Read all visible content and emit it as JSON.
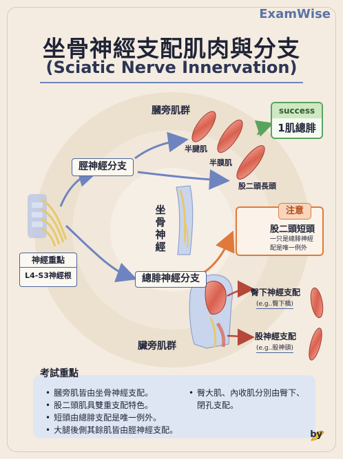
{
  "brand": "ExamWise",
  "title": {
    "zh": "坐骨神經支配肌肉與分支",
    "en": "(Sciatic Nerve Innervation)"
  },
  "center_label": [
    "坐",
    "骨",
    "神",
    "經"
  ],
  "root_box": {
    "header": "神經重點",
    "value": "L4-S3神經根"
  },
  "branches": {
    "tibial": "脛神經分支",
    "peroneal": "總腓神經分支"
  },
  "hamstrings": {
    "group_label": "膕旁肌群",
    "muscles": [
      "半腱肌",
      "半膜肌",
      "股二頭長頭"
    ]
  },
  "success_box": {
    "header": "success",
    "body": "1肌總腓"
  },
  "note_box": {
    "tag": "注意",
    "title": "股二頭短頭",
    "line1": "一只是總腓神經",
    "line2": "配是唯一例外"
  },
  "gluteal": {
    "group_label": "臟旁肌群",
    "inferior": {
      "title": "臀下神經支配",
      "sub": "(e.g..臀下橋)"
    },
    "sciatic": {
      "title": "股神經支配",
      "sub": "(e.g..股神頭)"
    }
  },
  "exam_points": {
    "title": "考試重點",
    "left": [
      "膕旁肌皆由坐骨神經支配。",
      "股二頭肌具雙重支配特色。",
      "短頭由總腓支配是唯一例外。",
      "大腿後側其餘肌皆由脛神經支配。"
    ],
    "right": [
      "臀大肌、內收肌分別由臀下、",
      "閉孔支配。"
    ]
  },
  "signature": "by",
  "colors": {
    "background": "#f4ece0",
    "accent_blue": "#5b72a6",
    "nerve_yellow": "#e7c96a",
    "muscle_red": "#d9604f",
    "success_green": "#5aa35e",
    "note_orange": "#e0793a",
    "exam_panel": "#dfe6f3"
  },
  "icons": {
    "signature": "banana-icon",
    "arrows": "curved-arrow-icon"
  }
}
